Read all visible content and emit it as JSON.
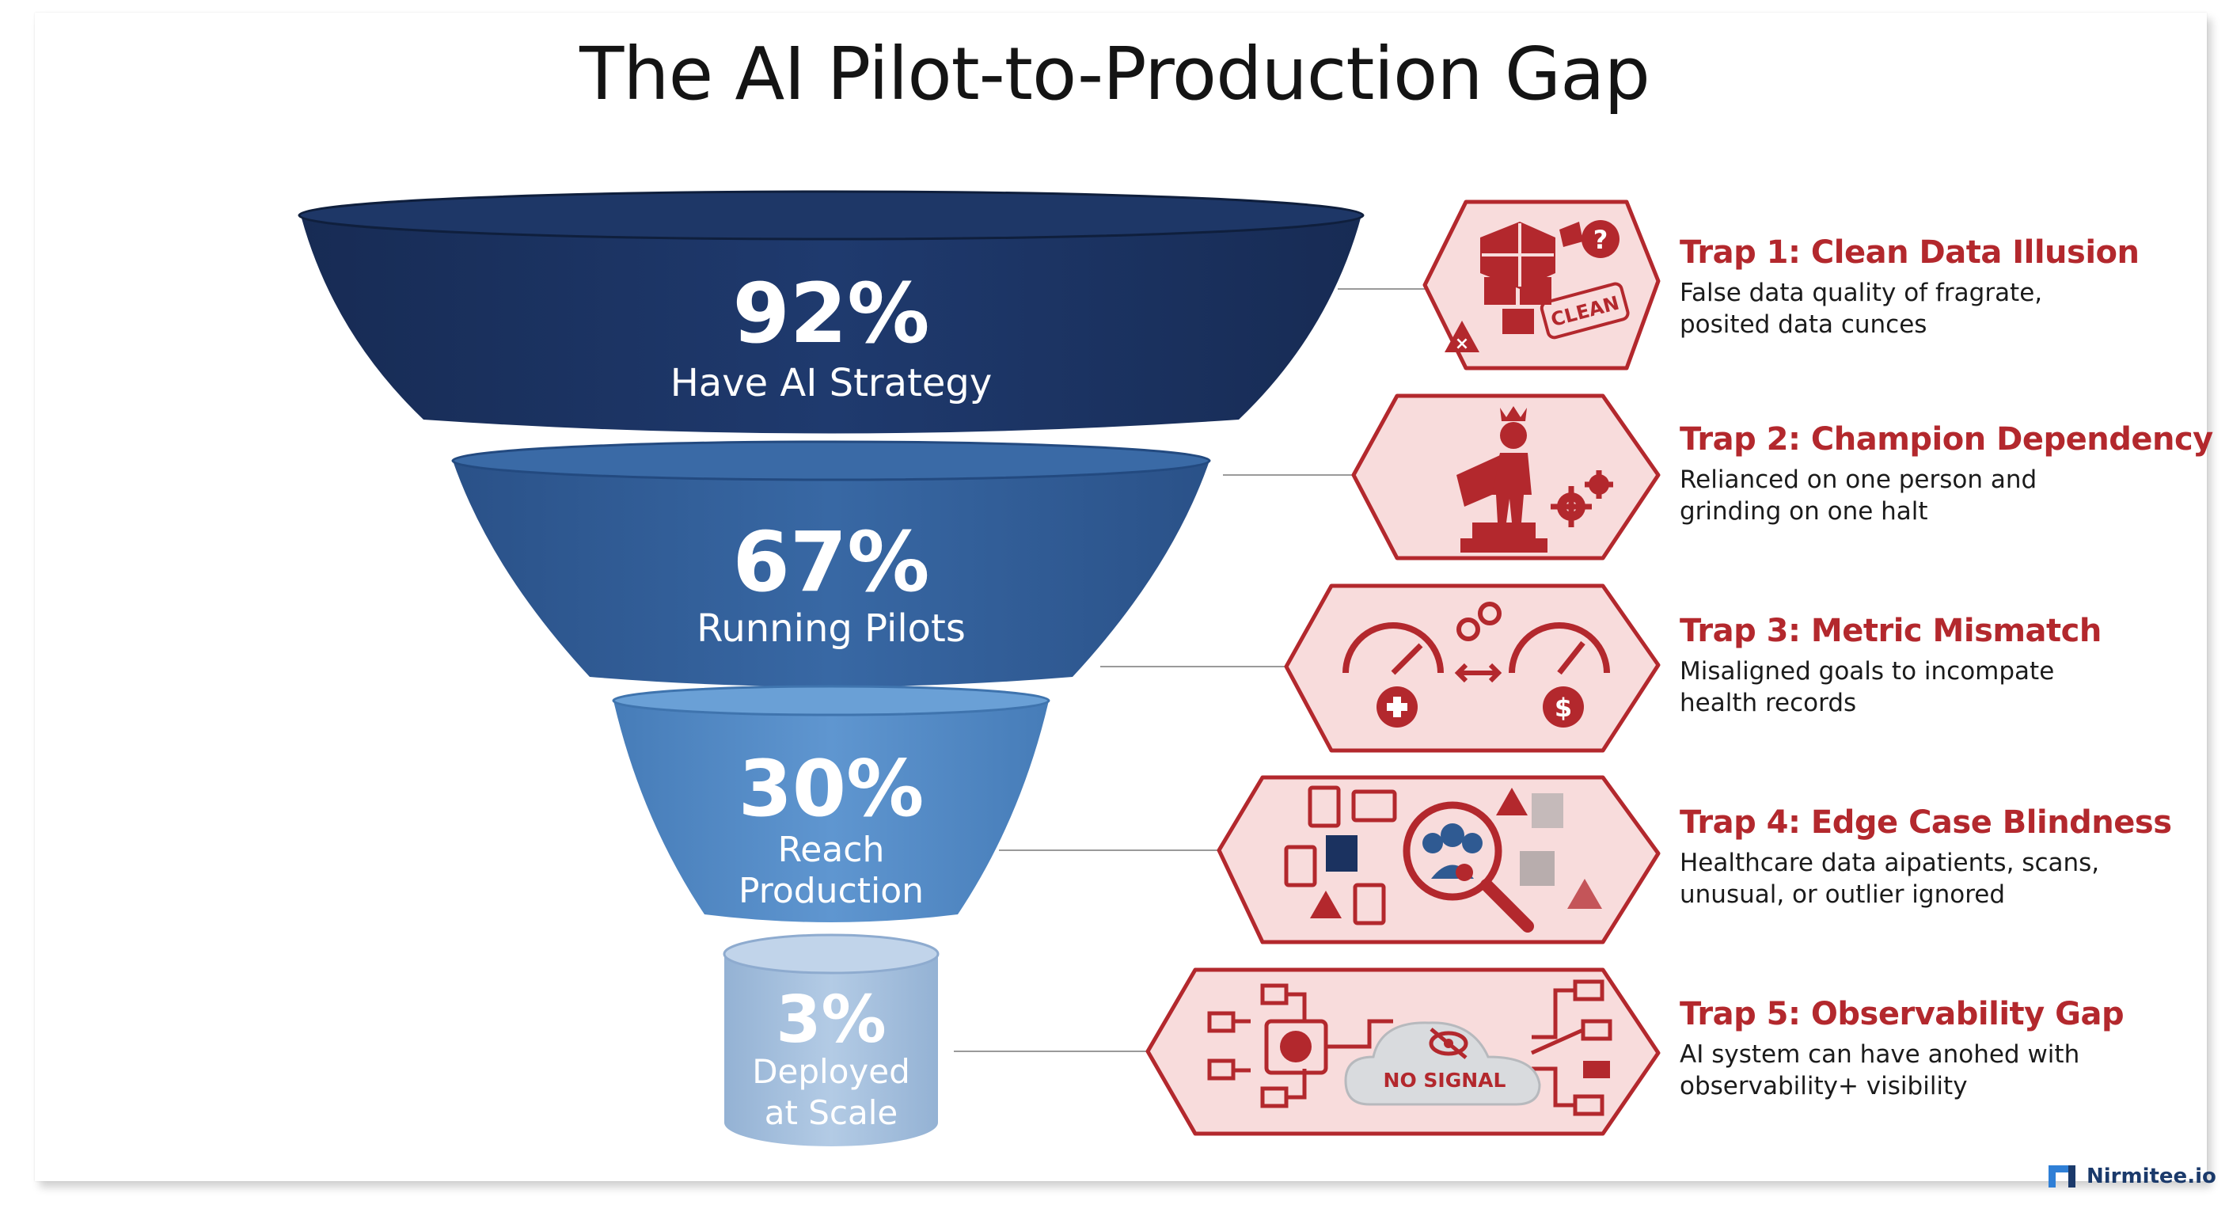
{
  "title": "The AI Pilot-to-Production Gap",
  "funnel": [
    {
      "pct": "92%",
      "label_lines": [
        "Have AI Strategy"
      ],
      "color": "#1b3260"
    },
    {
      "pct": "67%",
      "label_lines": [
        "Running Pilots"
      ],
      "color": "#2f5a92"
    },
    {
      "pct": "30%",
      "label_lines": [
        "Reach",
        "Production"
      ],
      "color": "#4f87c3"
    },
    {
      "pct": "3%",
      "label_lines": [
        "Deployed",
        "at Scale"
      ],
      "color": "#a4bfdc"
    }
  ],
  "traps": [
    {
      "title": "Trap 1: Clean Data Illusion",
      "desc_lines": [
        "False data quality of fragrate,",
        "posited data cunces"
      ],
      "icon": "broken-cube-clean-stamp-icon"
    },
    {
      "title": "Trap 2: Champion Dependency",
      "desc_lines": [
        "Relianced on one person and",
        "grinding on one halt"
      ],
      "icon": "superhero-gears-icon"
    },
    {
      "title": "Trap 3: Metric Mismatch",
      "desc_lines": [
        "Misaligned goals to incompate",
        "health records"
      ],
      "icon": "gauges-broken-link-icon"
    },
    {
      "title": "Trap 4: Edge Case Blindness",
      "desc_lines": [
        "Healthcare data aipatients, scans,",
        "unusual, or outlier ignored"
      ],
      "icon": "magnifier-patients-warning-icon"
    },
    {
      "title": "Trap 5: Observability Gap",
      "desc_lines": [
        "AI system can have anohed with",
        "observability+ visibility"
      ],
      "icon": "brain-cloud-no-signal-icon",
      "badge": "NO SIGNAL"
    }
  ],
  "brand": {
    "name": "Nirmitee.io"
  },
  "colors": {
    "trap_red": "#b3282d",
    "trap_fill": "#f8dcdc",
    "navy": "#1b3260"
  }
}
